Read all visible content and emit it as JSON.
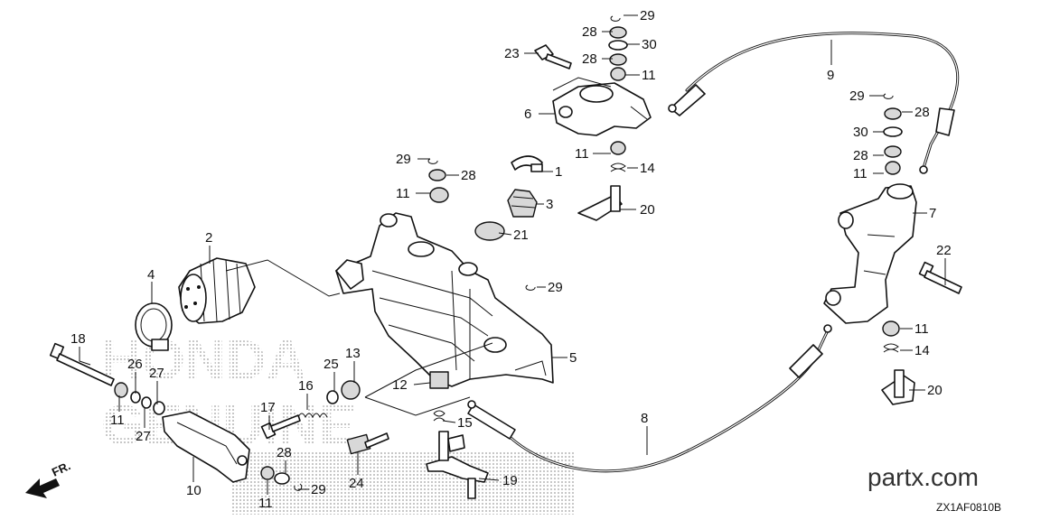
{
  "diagram": {
    "site_label": "partx.com",
    "diagram_code": "ZX1AF0810B",
    "direction_label": "FR.",
    "watermark_lines": [
      "HONDA",
      "GENUINE"
    ],
    "callouts": [
      {
        "label": "29"
      },
      {
        "label": "28"
      },
      {
        "label": "30"
      },
      {
        "label": "23"
      },
      {
        "label": "28"
      },
      {
        "label": "11"
      },
      {
        "label": "6"
      },
      {
        "label": "11"
      },
      {
        "label": "14"
      },
      {
        "label": "20"
      },
      {
        "label": "9"
      },
      {
        "label": "29"
      },
      {
        "label": "28"
      },
      {
        "label": "30"
      },
      {
        "label": "28"
      },
      {
        "label": "11"
      },
      {
        "label": "7"
      },
      {
        "label": "29"
      },
      {
        "label": "28"
      },
      {
        "label": "1"
      },
      {
        "label": "11"
      },
      {
        "label": "3"
      },
      {
        "label": "21"
      },
      {
        "label": "2"
      },
      {
        "label": "29"
      },
      {
        "label": "4"
      },
      {
        "label": "22"
      },
      {
        "label": "5"
      },
      {
        "label": "11"
      },
      {
        "label": "14"
      },
      {
        "label": "18"
      },
      {
        "label": "26"
      },
      {
        "label": "27"
      },
      {
        "label": "13"
      },
      {
        "label": "25"
      },
      {
        "label": "12"
      },
      {
        "label": "16"
      },
      {
        "label": "11"
      },
      {
        "label": "27"
      },
      {
        "label": "17"
      },
      {
        "label": "15"
      },
      {
        "label": "20"
      },
      {
        "label": "8"
      },
      {
        "label": "28"
      },
      {
        "label": "10"
      },
      {
        "label": "24"
      },
      {
        "label": "19"
      },
      {
        "label": "11"
      },
      {
        "label": "29"
      }
    ]
  }
}
